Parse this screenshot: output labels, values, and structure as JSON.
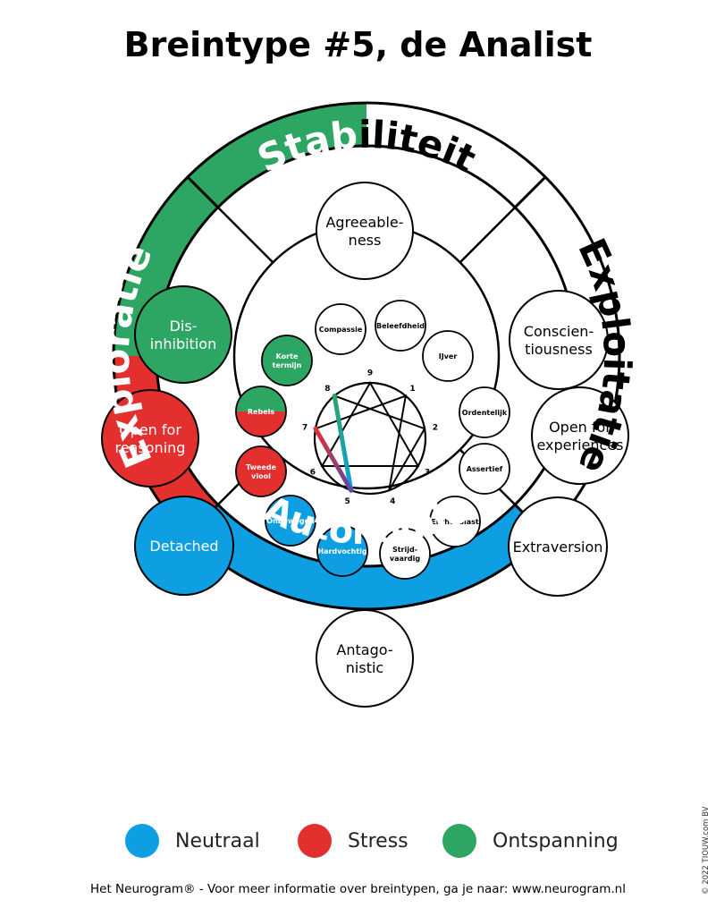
{
  "title": "Breintype #5, de Analist",
  "colors": {
    "neutral": "#0e9fe3",
    "stress": "#e3302f",
    "relax": "#2da563",
    "ink": "#000000"
  },
  "quadrants": {
    "top": {
      "label": "Stabiliteit",
      "colored_part": "Stab",
      "plain_part": "iliteit"
    },
    "right": {
      "label": "Exploitatie"
    },
    "bottom": {
      "label": "Autonomie"
    },
    "left": {
      "label": "Exploratie",
      "red_part": "Expl",
      "green_part": "oratie"
    }
  },
  "big_traits": [
    {
      "id": "agreeableness",
      "lines": [
        "Agreeable-",
        "ness"
      ],
      "color": "white"
    },
    {
      "id": "conscientiousness",
      "lines": [
        "Conscien-",
        "tiousness"
      ],
      "color": "white"
    },
    {
      "id": "open-experiences",
      "lines": [
        "Open for",
        "experiences"
      ],
      "color": "white"
    },
    {
      "id": "extraversion",
      "lines": [
        "Extraversion"
      ],
      "color": "white"
    },
    {
      "id": "antagonistic",
      "lines": [
        "Antago-",
        "nistic"
      ],
      "color": "white"
    },
    {
      "id": "disinhibition",
      "lines": [
        "Dis-",
        "inhibition"
      ],
      "color": "relax"
    },
    {
      "id": "open-reasoning",
      "lines": [
        "Open for",
        "reasoning"
      ],
      "color": "stress"
    },
    {
      "id": "detached",
      "lines": [
        "Detached"
      ],
      "color": "neutral"
    }
  ],
  "small_traits": [
    {
      "id": "compassie",
      "lines": [
        "Compassie"
      ],
      "color": "white"
    },
    {
      "id": "beleefdheid",
      "lines": [
        "Beleefdheid"
      ],
      "color": "white"
    },
    {
      "id": "ijver",
      "lines": [
        "IJver"
      ],
      "color": "white"
    },
    {
      "id": "ordentelijk",
      "lines": [
        "Ordentelijk"
      ],
      "color": "white"
    },
    {
      "id": "assertief",
      "lines": [
        "Assertief"
      ],
      "color": "white"
    },
    {
      "id": "enthousiast",
      "lines": [
        "Enthousiast"
      ],
      "color": "white"
    },
    {
      "id": "strijdvaardig",
      "lines": [
        "Strijd-",
        "vaardig"
      ],
      "color": "white"
    },
    {
      "id": "hardvochtig",
      "lines": [
        "Hardvochtig"
      ],
      "color": "neutral"
    },
    {
      "id": "onbewogen",
      "lines": [
        "Onbewogen"
      ],
      "color": "neutral"
    },
    {
      "id": "tweede-viool",
      "lines": [
        "Tweede",
        "viool"
      ],
      "color": "stress"
    },
    {
      "id": "rebels",
      "lines": [
        "Rebels"
      ],
      "color": "split"
    },
    {
      "id": "korte-termijn",
      "lines": [
        "Korte",
        "termijn"
      ],
      "color": "relax"
    }
  ],
  "enneagram_numbers": [
    "1",
    "2",
    "3",
    "4",
    "5",
    "6",
    "7",
    "8",
    "9"
  ],
  "legend": [
    {
      "label": "Neutraal",
      "color": "neutral"
    },
    {
      "label": "Stress",
      "color": "stress"
    },
    {
      "label": "Ontspanning",
      "color": "relax"
    }
  ],
  "footer": "Het Neurogram® - Voor meer informatie over breintypen, ga je naar: www.neurogram.nl",
  "copyright": "© 2022 TIOUW.com BV"
}
